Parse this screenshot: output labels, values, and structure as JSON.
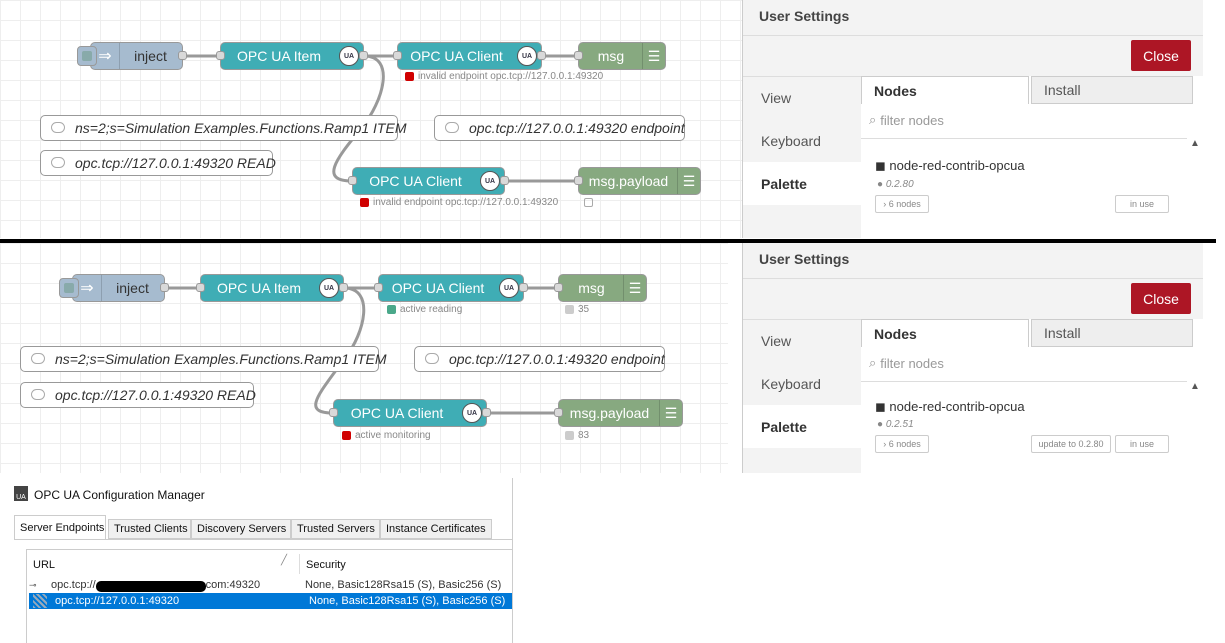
{
  "top": {
    "flow": {
      "inject_label": "inject",
      "item_label": "OPC UA Item",
      "client1_label": "OPC UA Client",
      "client1_status": "invalid endpoint opc.tcp://127.0.0.1:49320",
      "msg_label": "msg",
      "client2_label": "OPC UA Client",
      "client2_status": "invalid endpoint opc.tcp://127.0.0.1:49320",
      "payload_label": "msg.payload",
      "comment1": "ns=2;s=Simulation Examples.Functions.Ramp1 ITEM",
      "comment2": "opc.tcp://127.0.0.1:49320 endpoint",
      "comment3": "opc.tcp://127.0.0.1:49320 READ",
      "status_color_error": "#d00000"
    },
    "settings": {
      "title": "User Settings",
      "close_label": "Close",
      "side_items": [
        "View",
        "Keyboard",
        "Palette"
      ],
      "tabs": [
        "Nodes",
        "Install"
      ],
      "filter_placeholder": "filter nodes",
      "package_name": "node-red-contrib-opcua",
      "package_version": "0.2.80",
      "nodes_count_label": "6 nodes",
      "in_use_label": "in use"
    }
  },
  "bottom": {
    "flow": {
      "inject_label": "inject",
      "item_label": "OPC UA Item",
      "client1_label": "OPC UA Client",
      "client1_status": "active reading",
      "msg_label": "msg",
      "msg_count": "35",
      "client2_label": "OPC UA Client",
      "client2_status": "active monitoring",
      "payload_label": "msg.payload",
      "payload_count": "83",
      "comment1": "ns=2;s=Simulation Examples.Functions.Ramp1 ITEM",
      "comment2": "opc.tcp://127.0.0.1:49320 endpoint",
      "comment3": "opc.tcp://127.0.0.1:49320 READ",
      "status_color_ok": "#4aa88a",
      "status_color_error": "#d00000"
    },
    "settings": {
      "title": "User Settings",
      "close_label": "Close",
      "side_items": [
        "View",
        "Keyboard",
        "Palette"
      ],
      "tabs": [
        "Nodes",
        "Install"
      ],
      "filter_placeholder": "filter nodes",
      "package_name": "node-red-contrib-opcua",
      "package_version": "0.2.51",
      "nodes_count_label": "6 nodes",
      "update_label": "update to 0.2.80",
      "in_use_label": "in use"
    }
  },
  "config_manager": {
    "title": "OPC UA Configuration Manager",
    "tabs": [
      "Server Endpoints",
      "Trusted Clients",
      "Discovery Servers",
      "Trusted Servers",
      "Instance Certificates"
    ],
    "columns": [
      "URL",
      "Security"
    ],
    "rows": [
      {
        "url_prefix": "opc.tcp://",
        "url_suffix": "com:49320",
        "security": "None, Basic128Rsa15 (S), Basic256 (S)"
      },
      {
        "url": "opc.tcp://127.0.0.1:49320",
        "security": "None, Basic128Rsa15 (S), Basic256 (S)"
      }
    ],
    "selection_color": "#0078d7"
  }
}
